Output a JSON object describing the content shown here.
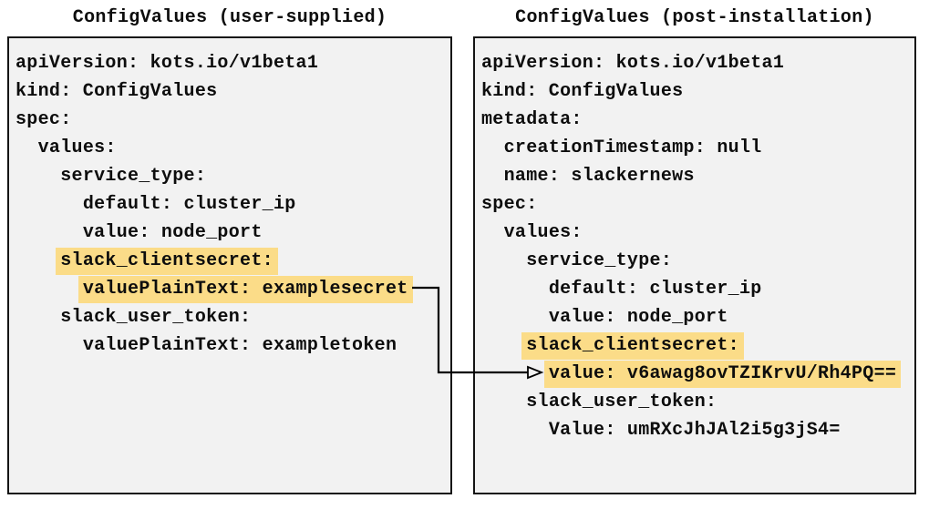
{
  "diagram": {
    "colors": {
      "panel_background": "#f2f2f2",
      "panel_border": "#141414",
      "highlight": "#fbdc88",
      "text": "#0d0d0d",
      "arrow": "#000000"
    },
    "left_panel": {
      "title": "ConfigValues (user-supplied)",
      "lines": [
        {
          "indent": "",
          "text": "apiVersion: kots.io/v1beta1",
          "highlight": false
        },
        {
          "indent": "",
          "text": "kind: ConfigValues",
          "highlight": false
        },
        {
          "indent": "",
          "text": "spec:",
          "highlight": false
        },
        {
          "indent": "  ",
          "text": "values:",
          "highlight": false
        },
        {
          "indent": "    ",
          "text": "service_type:",
          "highlight": false
        },
        {
          "indent": "      ",
          "text": "default: cluster_ip",
          "highlight": false
        },
        {
          "indent": "      ",
          "text": "value: node_port",
          "highlight": false
        },
        {
          "indent": "    ",
          "text": "slack_clientsecret:",
          "highlight": true
        },
        {
          "indent": "      ",
          "text": "valuePlainText: examplesecret",
          "highlight": true
        },
        {
          "indent": "    ",
          "text": "slack_user_token:",
          "highlight": false
        },
        {
          "indent": "      ",
          "text": "valuePlainText: exampletoken",
          "highlight": false
        }
      ]
    },
    "right_panel": {
      "title": "ConfigValues (post-installation)",
      "lines": [
        {
          "indent": "",
          "text": "apiVersion: kots.io/v1beta1",
          "highlight": false
        },
        {
          "indent": "",
          "text": "kind: ConfigValues",
          "highlight": false
        },
        {
          "indent": "",
          "text": "metadata:",
          "highlight": false
        },
        {
          "indent": "  ",
          "text": "creationTimestamp: null",
          "highlight": false
        },
        {
          "indent": "  ",
          "text": "name: slackernews",
          "highlight": false
        },
        {
          "indent": "",
          "text": "spec:",
          "highlight": false
        },
        {
          "indent": "  ",
          "text": "values:",
          "highlight": false
        },
        {
          "indent": "    ",
          "text": "service_type:",
          "highlight": false
        },
        {
          "indent": "      ",
          "text": "default: cluster_ip",
          "highlight": false
        },
        {
          "indent": "      ",
          "text": "value: node_port",
          "highlight": false
        },
        {
          "indent": "    ",
          "text": "slack_clientsecret:",
          "highlight": true
        },
        {
          "indent": "      ",
          "text": "value: v6awag8ovTZIKrvU/Rh4PQ==",
          "highlight": true
        },
        {
          "indent": "    ",
          "text": "slack_user_token:",
          "highlight": false
        },
        {
          "indent": "      ",
          "text": "Value: umRXcJhJAl2i5g3jS4=",
          "highlight": false
        }
      ]
    },
    "connector": {
      "from": "valuePlainText: examplesecret",
      "to": "value: v6awag8ovTZIKrvU/Rh4PQ=="
    }
  }
}
